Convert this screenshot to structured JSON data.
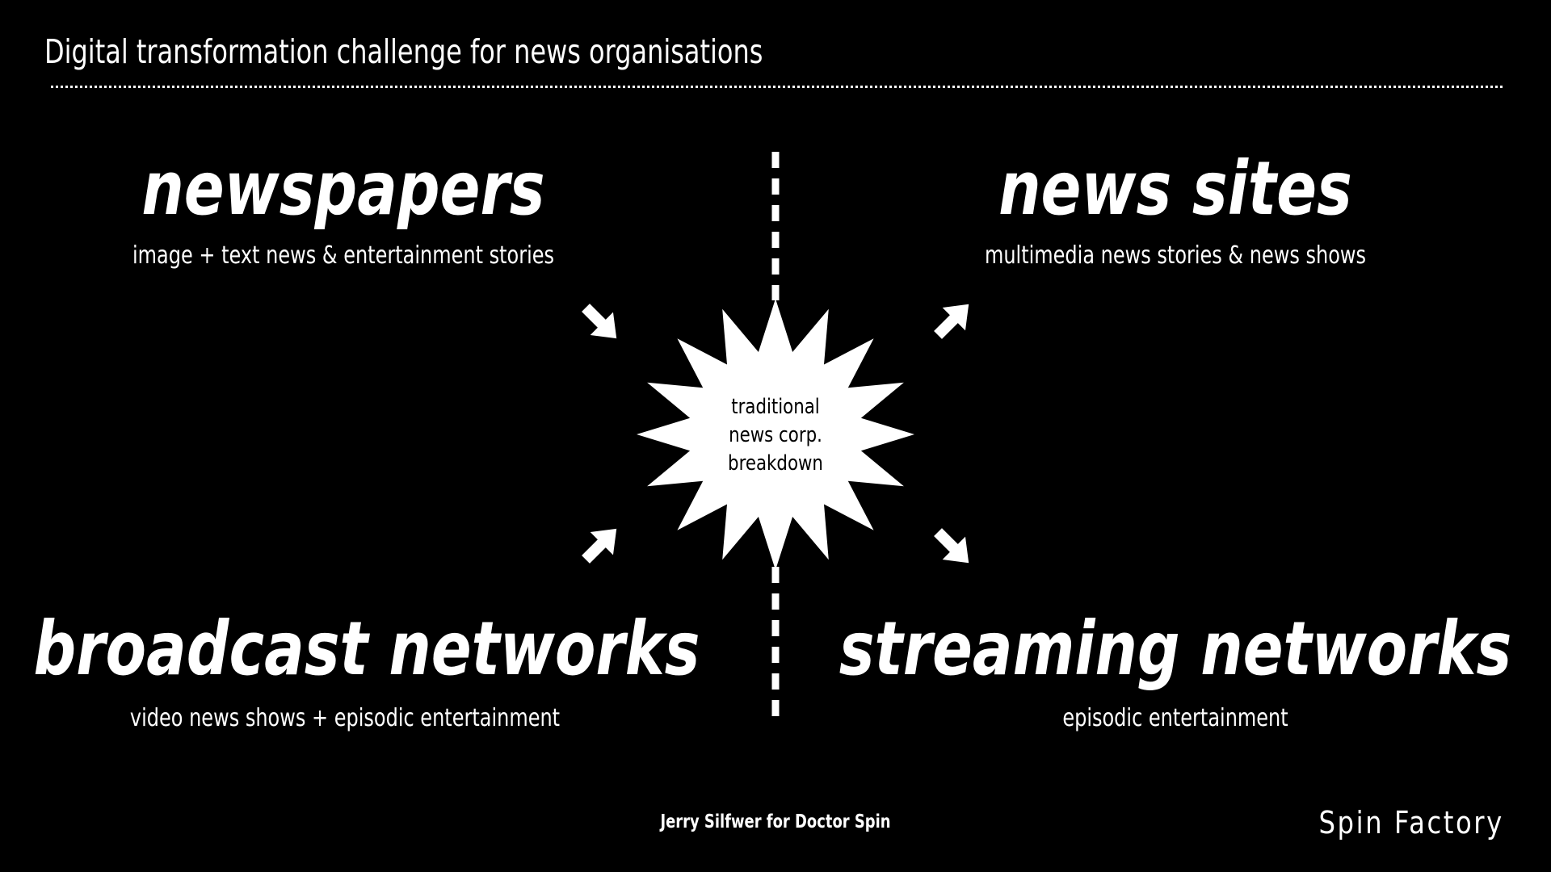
{
  "header": {
    "title": "Digital transformation challenge for news organisations"
  },
  "quadrants": {
    "top_left": {
      "heading": "newspapers",
      "subtitle": "image + text news & entertainment stories"
    },
    "top_right": {
      "heading": "news sites",
      "subtitle": "multimedia news stories & news shows"
    },
    "bottom_left": {
      "heading": "broadcast networks",
      "subtitle": "video news shows + episodic entertainment"
    },
    "bottom_right": {
      "heading": "streaming networks",
      "subtitle": "episodic entertainment"
    }
  },
  "center": {
    "line1": "traditional",
    "line2": "news corp.",
    "line3": "breakdown"
  },
  "arrows": [
    {
      "name": "arrow-newspapers-in",
      "direction": "down-right"
    },
    {
      "name": "arrow-broadcast-in",
      "direction": "up-right"
    },
    {
      "name": "arrow-news-sites-out",
      "direction": "up-right"
    },
    {
      "name": "arrow-streaming-out",
      "direction": "down-right"
    }
  ],
  "footer": {
    "credit": "Jerry Silfwer for Doctor Spin",
    "brand": "Spin Factory"
  },
  "colors": {
    "background": "#000000",
    "foreground": "#ffffff"
  }
}
